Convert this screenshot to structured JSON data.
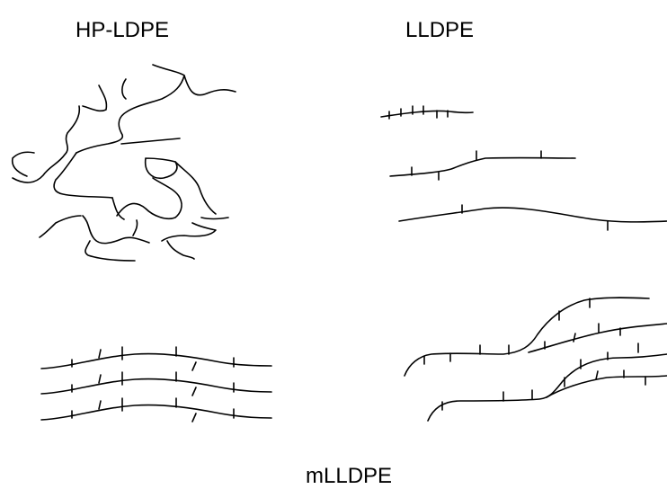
{
  "labels": {
    "hp_ldpe": "HP-LDPE",
    "lldpe": "LLDPE",
    "mlldpe": "mLLDPE"
  },
  "colors": {
    "ink": "#000000",
    "background": "#ffffff"
  }
}
